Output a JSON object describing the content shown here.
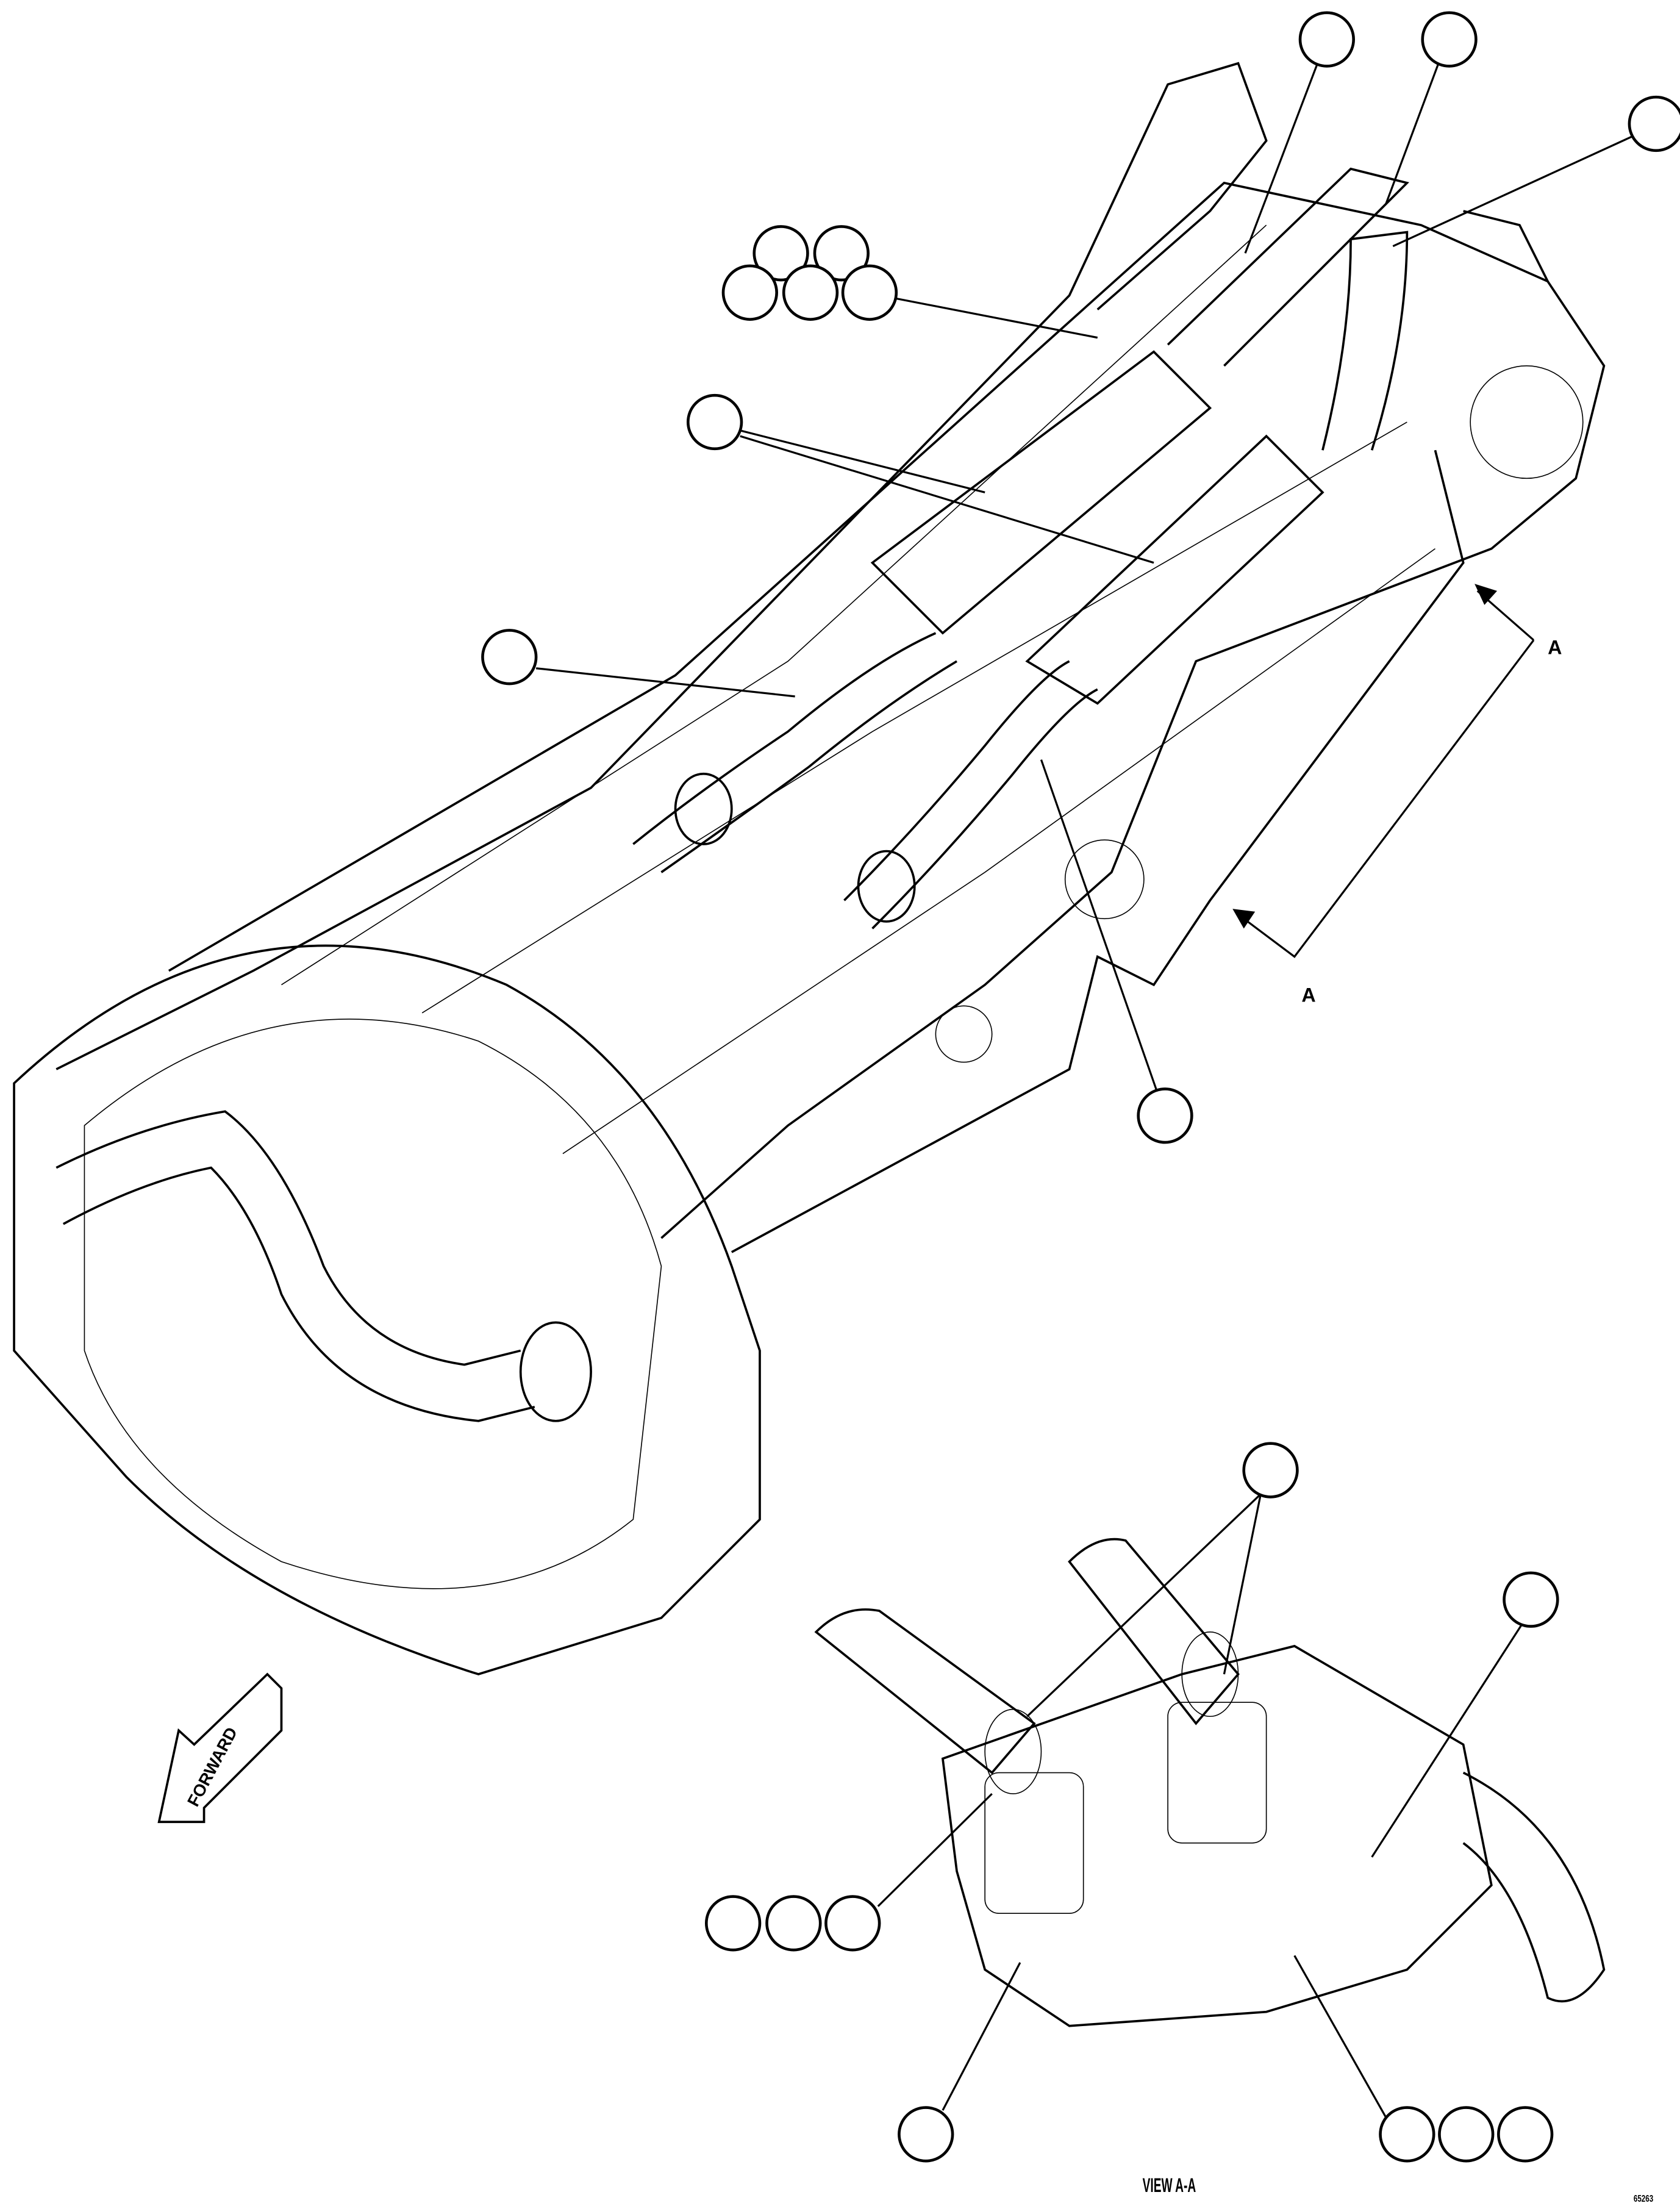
{
  "diagram": {
    "view_label": "VIEW A-A",
    "section_label_upper": "A",
    "section_label_lower": "A",
    "forward_label": "FORWARD",
    "figure_number": "65263",
    "line_color": "#000000",
    "background_color": "#ffffff"
  }
}
